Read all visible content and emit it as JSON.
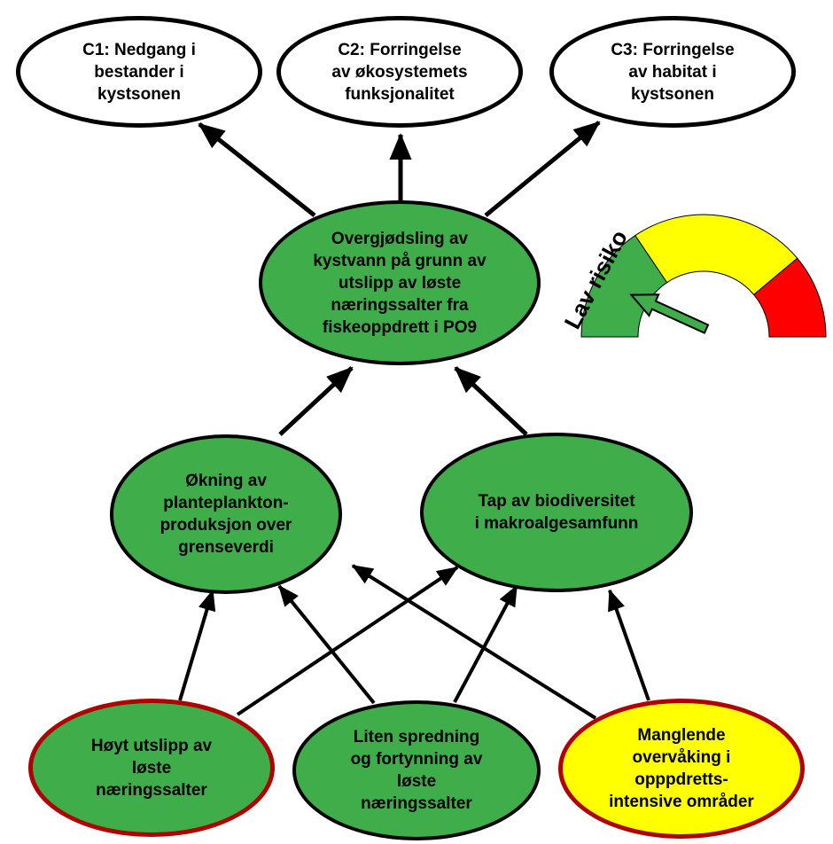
{
  "consequences": [
    {
      "id": "c1",
      "text": "C1: Nedgang i\nbestander i\nkystsonen"
    },
    {
      "id": "c2",
      "text": "C2: Forringelse\nav økosystemets\nfunksjonalitet"
    },
    {
      "id": "c3",
      "text": "C3: Forringelse\nav habitat i\nkystsonen"
    }
  ],
  "central": {
    "text": "Overgjødsling av\nkystvann på grunn av\nutslipp av løste\nnæringssalter fra\nfiskeoppdrett i PO9"
  },
  "effects": [
    {
      "id": "e1",
      "text": "Økning av\nplanteplankton-\nproduksjon over\ngrenseverdi"
    },
    {
      "id": "e2",
      "text": "Tap av biodiversitet\ni makroalgesamfunn"
    }
  ],
  "drivers": [
    {
      "id": "d1",
      "text": "Høyt utslipp av\nløste\nnæringssalter"
    },
    {
      "id": "d2",
      "text": "Liten spredning\nog fortynning av\nløste\nnæringssalter"
    },
    {
      "id": "d3",
      "text": "Manglende\novervåking i\nopppdretts-\nintensive områder"
    }
  ],
  "gauge": {
    "label": "Lav risiko",
    "level": "low",
    "colors": {
      "low": "#3fae4a",
      "medium": "#ffff00",
      "high": "#ff0000"
    }
  },
  "colors": {
    "node_green": "#3fae4a",
    "risk_border": "#b00000",
    "yellow": "#ffff00"
  }
}
